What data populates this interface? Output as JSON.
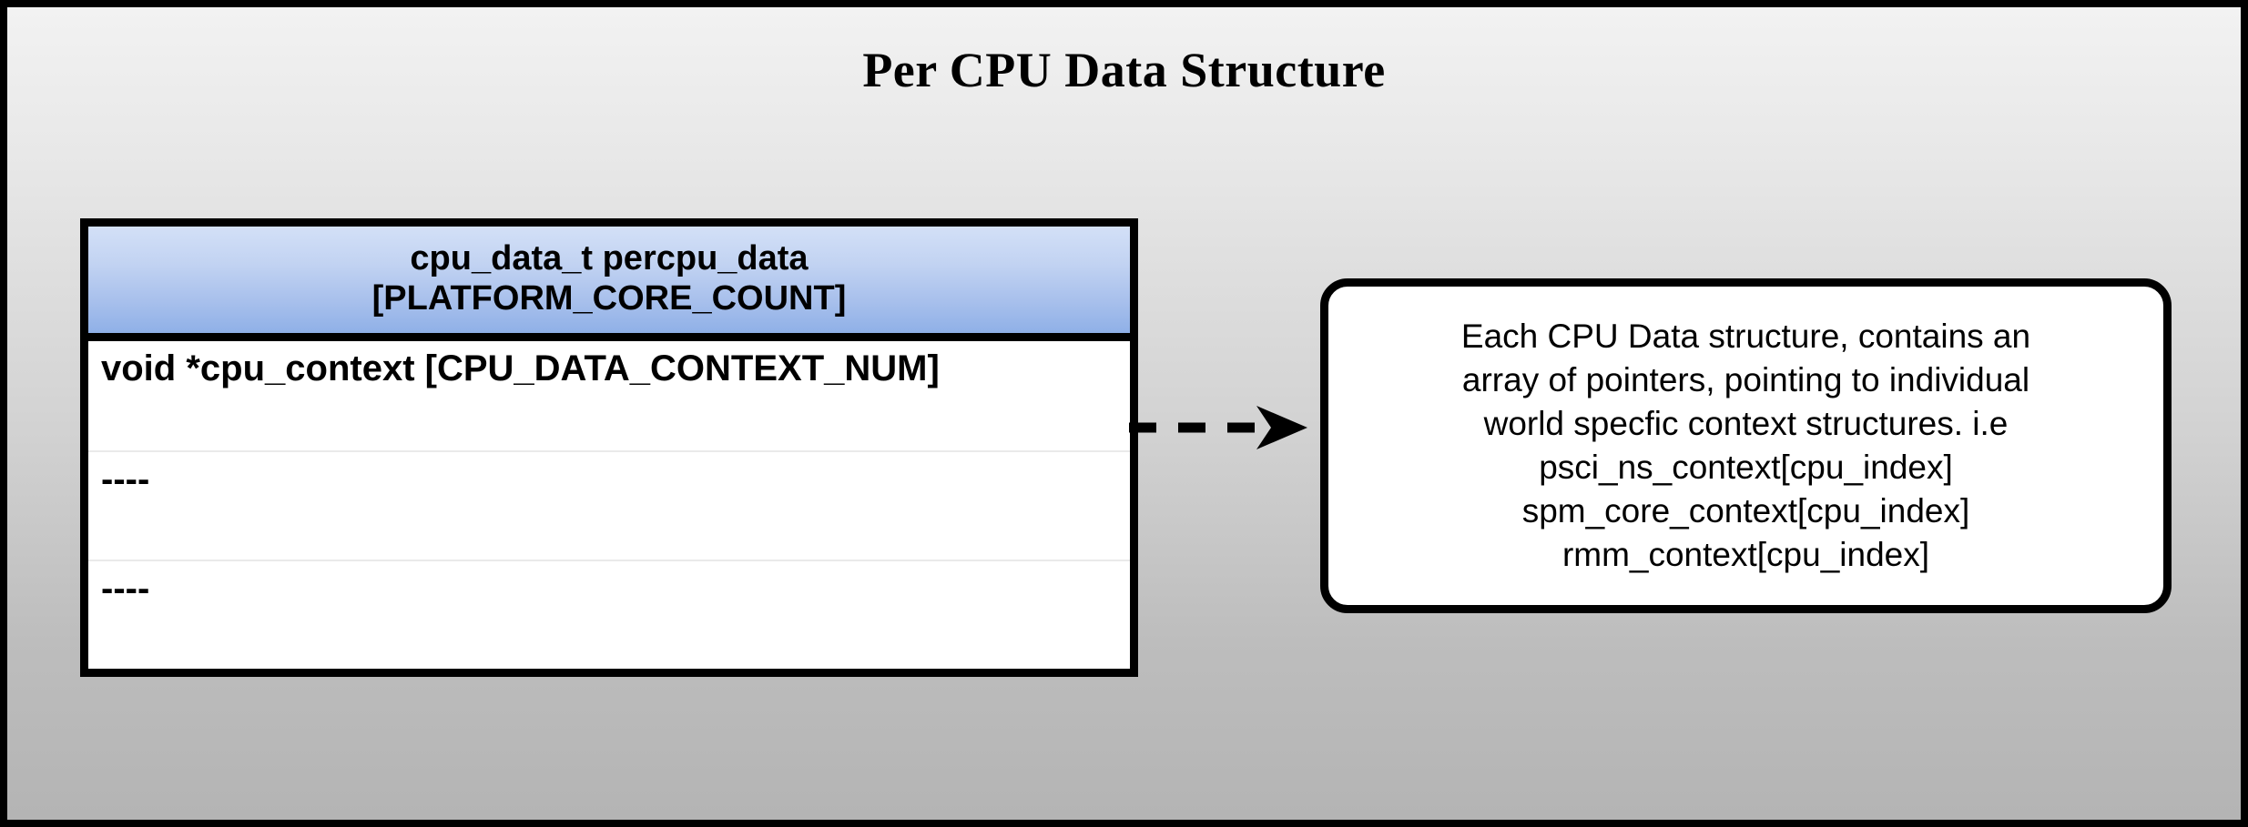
{
  "title": "Per CPU Data Structure",
  "colors": {
    "header_gradient_top": "#d3e0f7",
    "header_gradient_bottom": "#8fb0e7",
    "background_top": "#f2f2f2",
    "background_bottom": "#b4b4b4",
    "border": "#000000",
    "row_divider": "#eaeaea",
    "cell_background": "#ffffff"
  },
  "struct_table": {
    "header_line1": "cpu_data_t percpu_data",
    "header_line2": "[PLATFORM_CORE_COUNT]",
    "rows": [
      {
        "label": "void *cpu_context [CPU_DATA_CONTEXT_NUM]"
      },
      {
        "label": "----"
      },
      {
        "label": "----"
      }
    ]
  },
  "connector": {
    "style": "dashed-arrow",
    "direction": "right",
    "icon": "dashed-arrow-right-icon"
  },
  "callout": {
    "text": "Each CPU Data structure, contains an\narray of pointers, pointing to individual\nworld specfic context structures. i.e\npsci_ns_context[cpu_index]\nspm_core_context[cpu_index]\nrmm_context[cpu_index]"
  }
}
